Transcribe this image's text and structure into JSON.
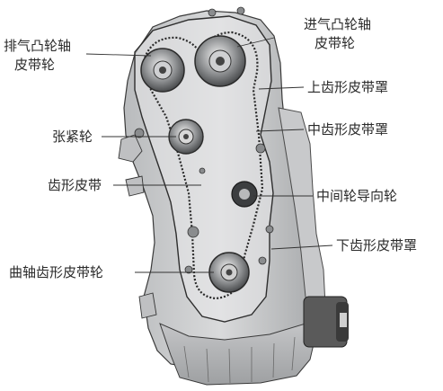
{
  "labels": {
    "exhaust_cam_pulley_line1": "排气凸轮轴",
    "exhaust_cam_pulley_line2": "皮带轮",
    "intake_cam_pulley_line1": "进气凸轮轴",
    "intake_cam_pulley_line2": "皮带轮",
    "upper_belt_cover": "上齿形皮带罩",
    "tensioner": "张紧轮",
    "middle_belt_cover": "中齿形皮带罩",
    "toothed_belt": "齿形皮带",
    "idler_guide_pulley": "中间轮导向轮",
    "lower_belt_cover": "下齿形皮带罩",
    "crank_belt_pulley": "曲轴齿形皮带轮"
  }
}
